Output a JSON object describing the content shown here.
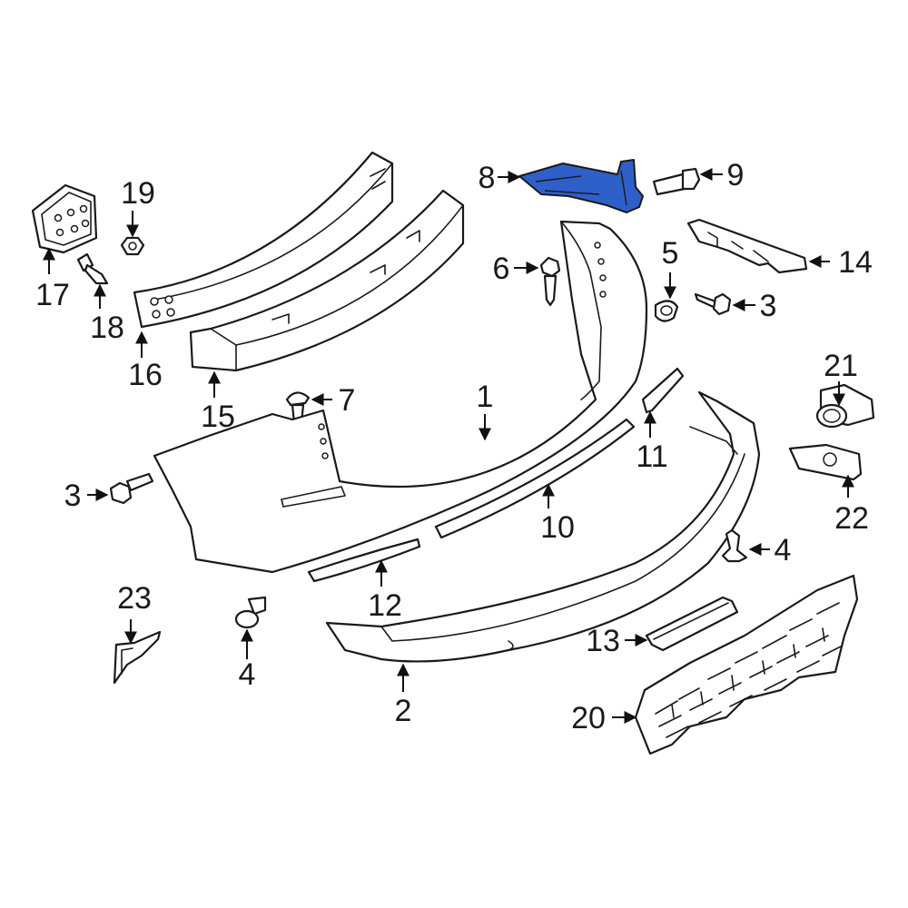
{
  "diagram": {
    "highlight_color": "#2f5fc8",
    "highlighted_part": "8",
    "callouts": [
      {
        "id": "c1",
        "label": "1"
      },
      {
        "id": "c2",
        "label": "2"
      },
      {
        "id": "c3a",
        "label": "3"
      },
      {
        "id": "c3b",
        "label": "3"
      },
      {
        "id": "c4a",
        "label": "4"
      },
      {
        "id": "c4b",
        "label": "4"
      },
      {
        "id": "c5",
        "label": "5"
      },
      {
        "id": "c6",
        "label": "6"
      },
      {
        "id": "c7",
        "label": "7"
      },
      {
        "id": "c8",
        "label": "8"
      },
      {
        "id": "c9",
        "label": "9"
      },
      {
        "id": "c10",
        "label": "10"
      },
      {
        "id": "c11",
        "label": "11"
      },
      {
        "id": "c12",
        "label": "12"
      },
      {
        "id": "c13",
        "label": "13"
      },
      {
        "id": "c14",
        "label": "14"
      },
      {
        "id": "c15",
        "label": "15"
      },
      {
        "id": "c16",
        "label": "16"
      },
      {
        "id": "c17",
        "label": "17"
      },
      {
        "id": "c18",
        "label": "18"
      },
      {
        "id": "c19",
        "label": "19"
      },
      {
        "id": "c20",
        "label": "20"
      },
      {
        "id": "c21",
        "label": "21"
      },
      {
        "id": "c22",
        "label": "22"
      },
      {
        "id": "c23",
        "label": "23"
      }
    ]
  }
}
